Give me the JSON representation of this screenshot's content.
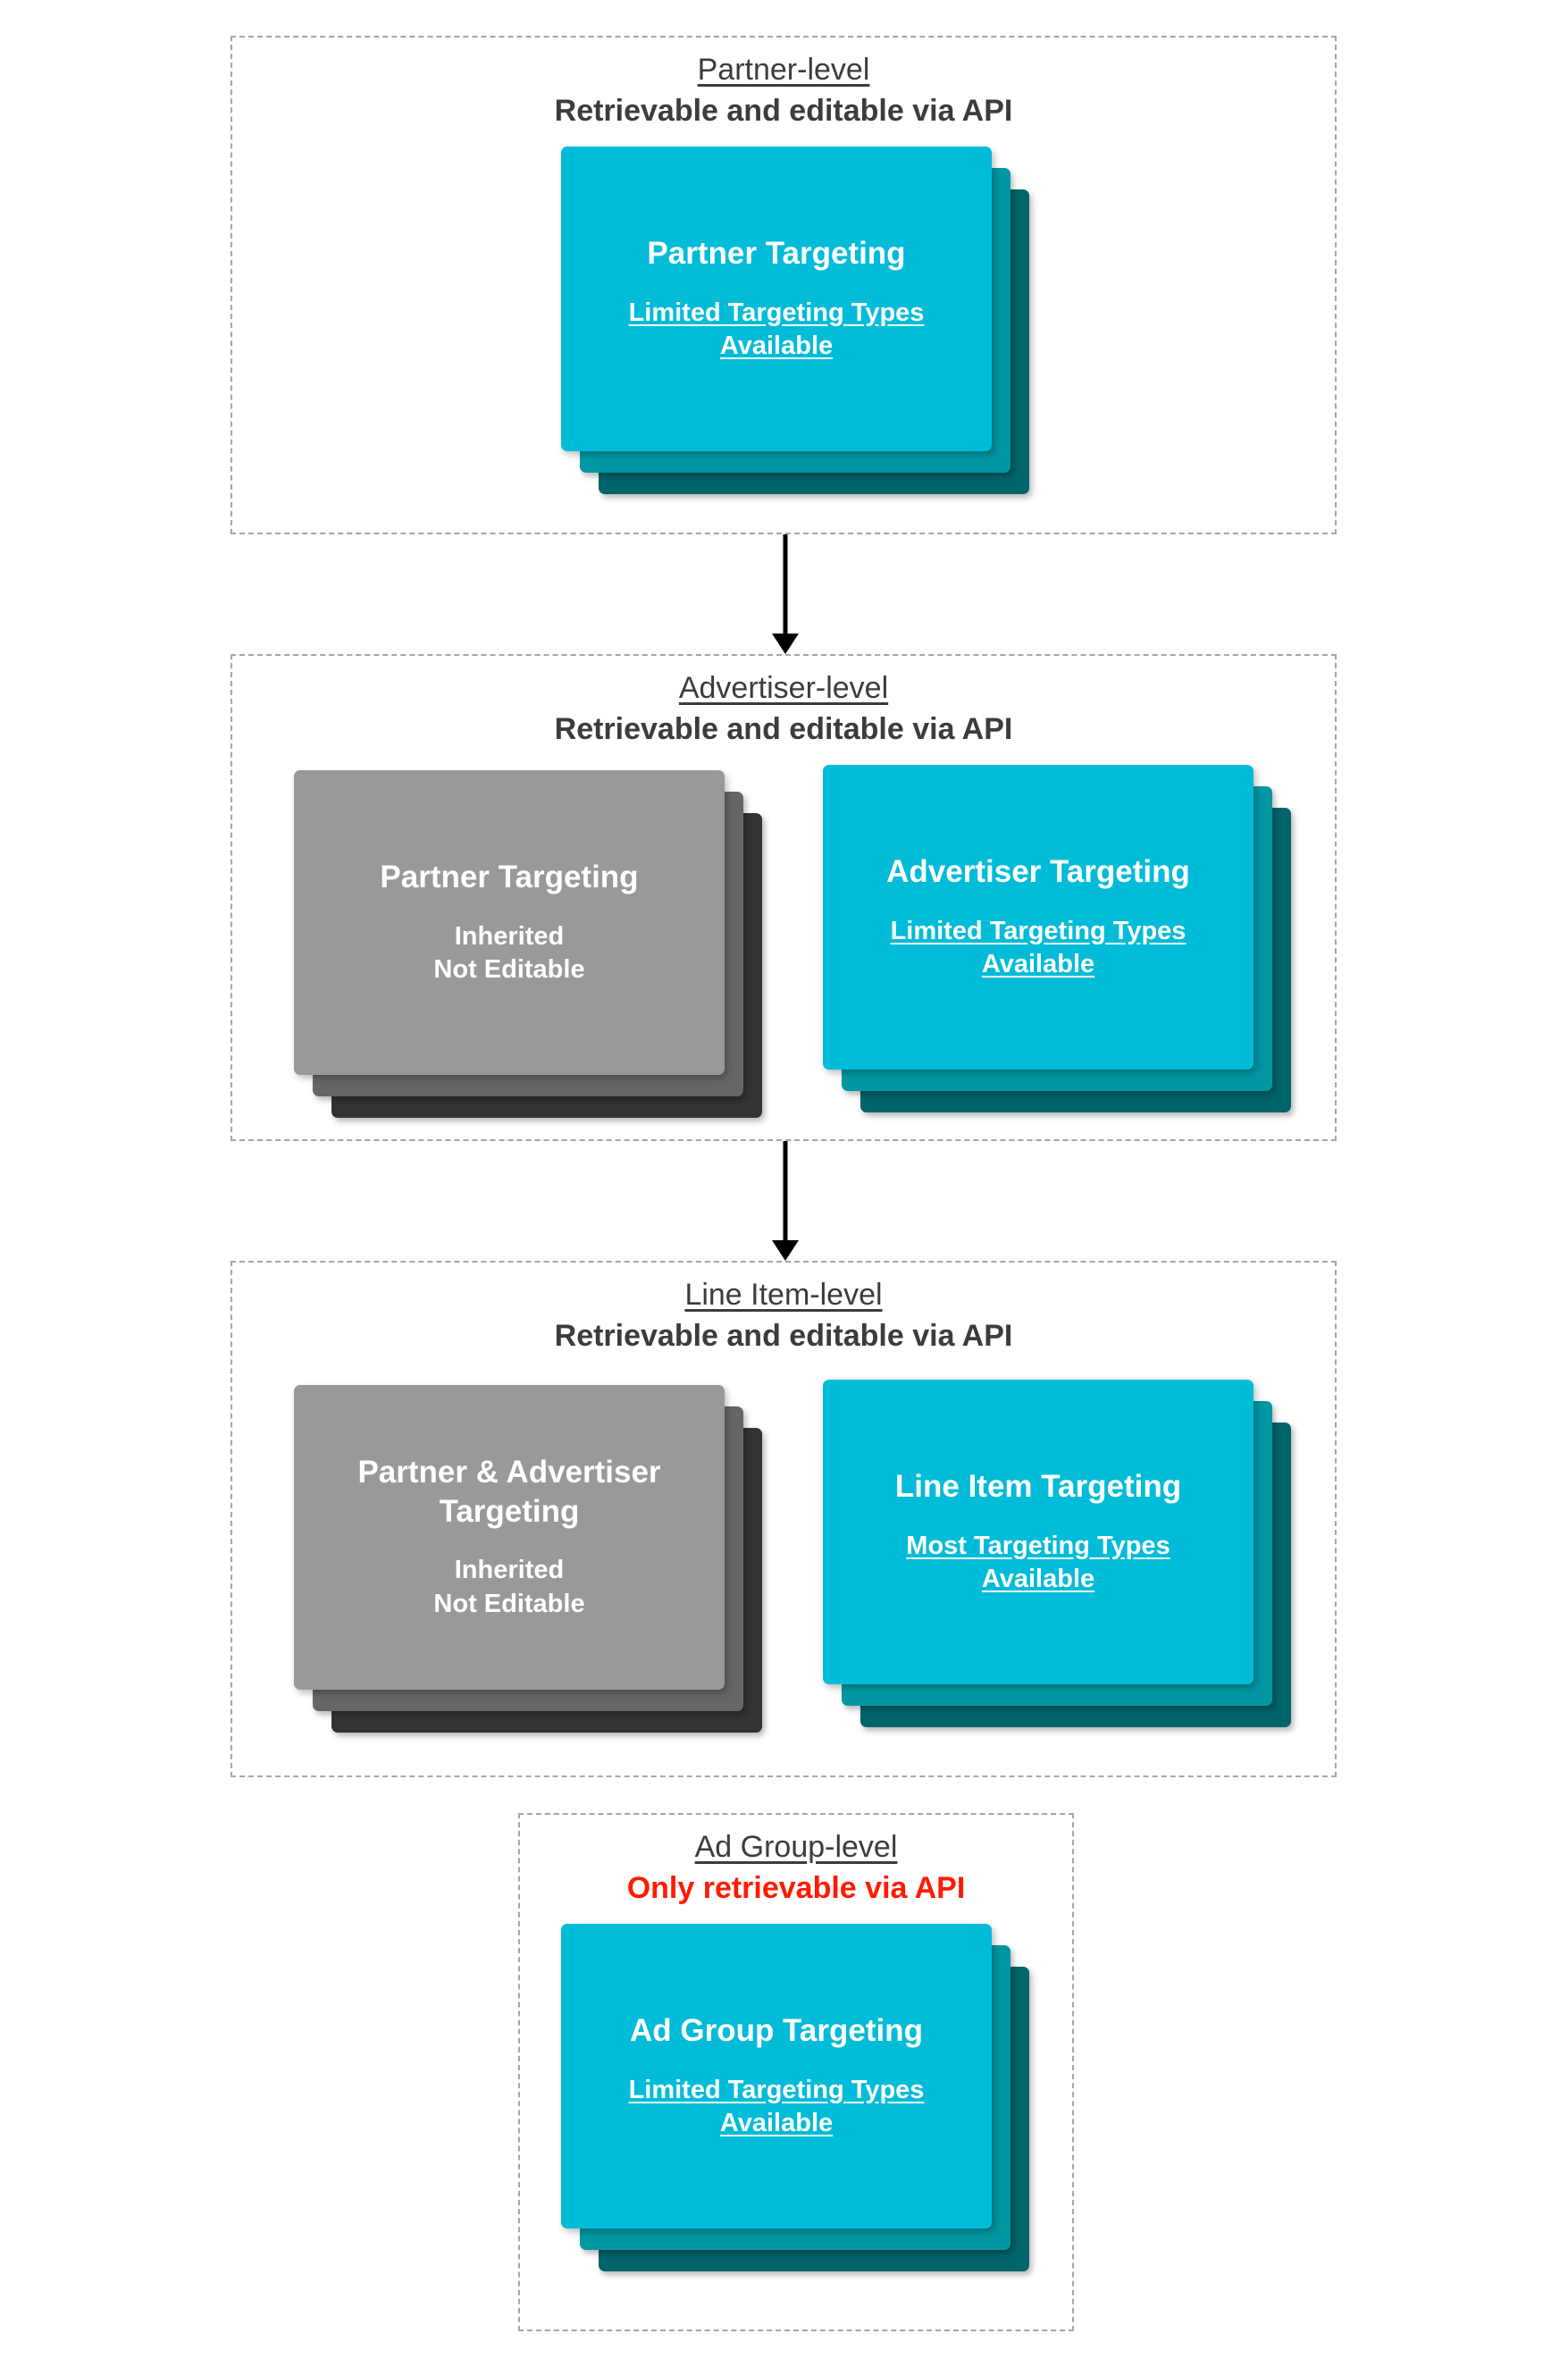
{
  "diagram": {
    "title_semantics": "targeting-inheritance-hierarchy",
    "colors": {
      "card_front_cyan": "#00bcd8",
      "card_mid_teal": "#0097a3",
      "card_back_teal": "#00646b",
      "card_front_gray": "#999999",
      "card_mid_gray": "#666666",
      "card_back_gray": "#333333",
      "border_dashed": "#a6a6a6",
      "text_dark": "#3c3c3c",
      "text_alert_red": "#ff1a00",
      "arrow": "#000000"
    }
  },
  "levels": [
    {
      "id": "partner-level",
      "name": "Partner-level",
      "access": "Retrievable and editable via API",
      "access_alert": false,
      "cards": [
        {
          "id": "partner-targeting",
          "title": "Partner Targeting",
          "sub": "Limited Targeting Types Available",
          "sub_underlined": true,
          "variant": "cyan"
        }
      ]
    },
    {
      "id": "advertiser-level",
      "name": "Advertiser-level",
      "access": "Retrievable and editable via API",
      "access_alert": false,
      "cards": [
        {
          "id": "partner-targeting-inherited",
          "title": "Partner Targeting",
          "sub": "Inherited\nNot Editable",
          "sub_underlined": false,
          "variant": "gray"
        },
        {
          "id": "advertiser-targeting",
          "title": "Advertiser Targeting",
          "sub": "Limited Targeting Types Available",
          "sub_underlined": true,
          "variant": "cyan"
        }
      ]
    },
    {
      "id": "line-item-level",
      "name": "Line Item-level",
      "access": "Retrievable and editable via API",
      "access_alert": false,
      "cards": [
        {
          "id": "partner-advertiser-targeting-inherited",
          "title": "Partner & Advertiser Targeting",
          "sub": "Inherited\nNot Editable",
          "sub_underlined": false,
          "variant": "gray"
        },
        {
          "id": "line-item-targeting",
          "title": "Line Item Targeting",
          "sub": "Most Targeting Types Available",
          "sub_underlined": true,
          "variant": "cyan"
        }
      ]
    },
    {
      "id": "ad-group-level",
      "name": "Ad Group-level",
      "access": "Only retrievable via API",
      "access_alert": true,
      "cards": [
        {
          "id": "ad-group-targeting",
          "title": "Ad Group Targeting",
          "sub": "Limited Targeting Types Available",
          "sub_underlined": true,
          "variant": "cyan"
        }
      ]
    }
  ],
  "connectors": [
    {
      "id": "partner-to-advertiser",
      "from": "partner-level",
      "to": "advertiser-level"
    },
    {
      "id": "advertiser-to-line-item",
      "from": "advertiser-level",
      "to": "line-item-level"
    }
  ]
}
